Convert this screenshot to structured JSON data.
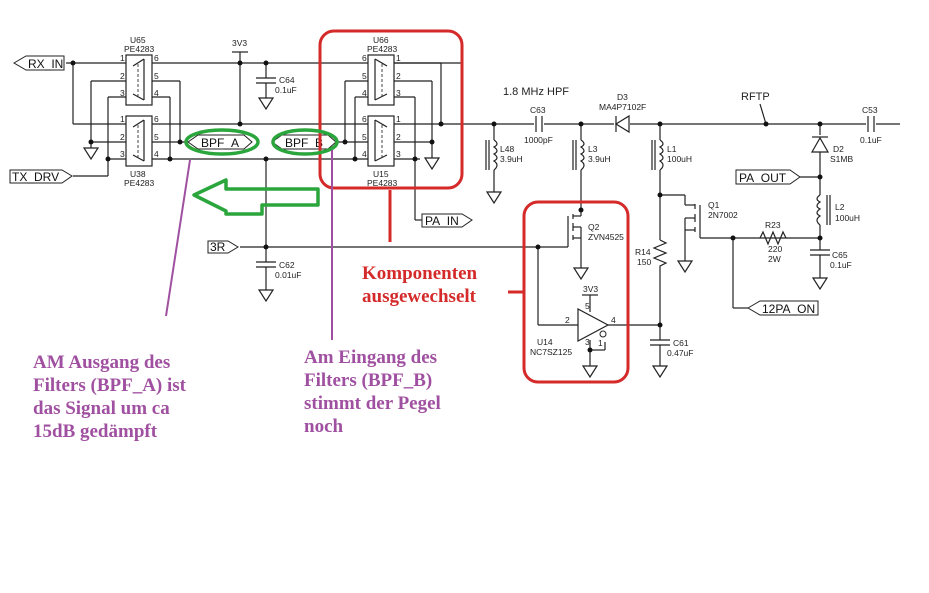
{
  "colors": {
    "annotation_red": "#d42a2a",
    "annotation_green": "#2aa63c",
    "annotation_purple": "#a050a0",
    "wire": "#222222"
  },
  "ports": {
    "rx_in": "RX_IN",
    "tx_drv": "TX_DRV",
    "bpf_a": "BPF_A",
    "bpf_b": "BPF_B",
    "pa_in": "PA_IN",
    "r3": "3R",
    "pa_out": "PA_OUT",
    "pa_on": "12PA_ON"
  },
  "nets": {
    "v3v3_a": "3V3",
    "v3v3_b": "3V3",
    "rftp": "RFTP",
    "hpf_title": "1.8 MHz HPF"
  },
  "components": {
    "u65": {
      "ref": "U65",
      "value": "PE4283",
      "pins": [
        "1",
        "2",
        "3",
        "6",
        "5",
        "4"
      ]
    },
    "u38": {
      "ref": "U38",
      "value": "PE4283",
      "pins": [
        "1",
        "2",
        "3",
        "6",
        "5",
        "4"
      ]
    },
    "u66": {
      "ref": "U66",
      "value": "PE4283",
      "pins": [
        "6",
        "5",
        "4",
        "1",
        "2",
        "3"
      ]
    },
    "u15": {
      "ref": "U15",
      "value": "PE4283",
      "pins": [
        "6",
        "5",
        "4",
        "1",
        "2",
        "3"
      ]
    },
    "c64": {
      "ref": "C64",
      "value": "0.1uF"
    },
    "c62": {
      "ref": "C62",
      "value": "0.01uF"
    },
    "c63": {
      "ref": "C63",
      "value": "1000pF"
    },
    "l48": {
      "ref": "L48",
      "value": "3.9uH"
    },
    "l3": {
      "ref": "L3",
      "value": "3.9uH"
    },
    "d3": {
      "ref": "D3",
      "value": "MA4P7102F"
    },
    "l1": {
      "ref": "L1",
      "value": "100uH"
    },
    "q2": {
      "ref": "Q2",
      "value": "ZVN4525"
    },
    "r14": {
      "ref": "R14",
      "value": "150"
    },
    "u14": {
      "ref": "U14",
      "value": "NC7SZ125",
      "pins": [
        "2",
        "4",
        "5",
        "3",
        "1"
      ]
    },
    "c61": {
      "ref": "C61",
      "value": "0.47uF"
    },
    "q1": {
      "ref": "Q1",
      "value": "2N7002"
    },
    "r23": {
      "ref": "R23",
      "value": "220",
      "rating": "2W"
    },
    "c53": {
      "ref": "C53",
      "value": "0.1uF"
    },
    "d2": {
      "ref": "D2",
      "value": "S1MB"
    },
    "l2": {
      "ref": "L2",
      "value": "100uH"
    },
    "c65": {
      "ref": "C65",
      "value": "0.1uF"
    }
  },
  "annotations": {
    "components_replaced": [
      "Komponenten",
      "ausgewechselt"
    ],
    "note_bpf_a": [
      "AM Ausgang des",
      "Filters (BPF_A) ist",
      "das Signal um ca",
      "15dB gedämpft"
    ],
    "note_bpf_b": [
      "Am Eingang des",
      "Filters (BPF_B)",
      "stimmt der Pegel",
      "noch"
    ]
  }
}
